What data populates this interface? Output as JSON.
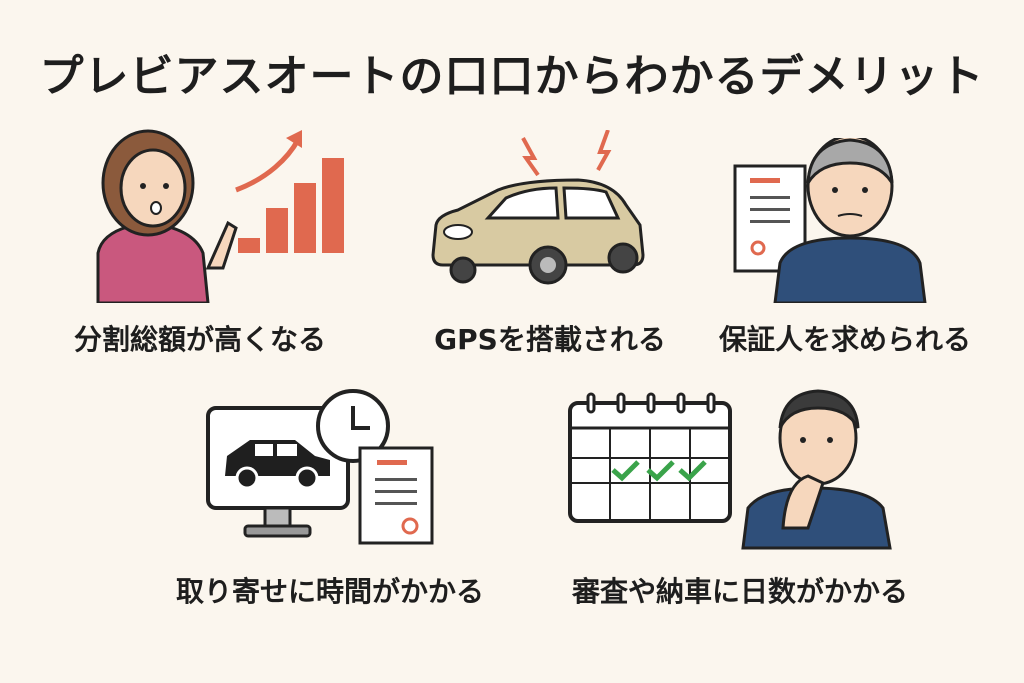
{
  "title": "プレビアスオートの口口からわかるデメリット",
  "items": [
    {
      "caption": "分割総額が高くなる"
    },
    {
      "caption": "GPSを搭載される"
    },
    {
      "caption": "保証人を求められる"
    },
    {
      "caption": "取り寄せに時間がかかる"
    },
    {
      "caption": "審査や納車に日数がかかる"
    }
  ],
  "colors": {
    "background": "#fbf6ee",
    "accent_red": "#e0694f",
    "outline": "#222222",
    "car_beige": "#d8caa2",
    "navy": "#2f4f7a",
    "pink_shirt": "#c9587e",
    "check_green": "#3aa34a"
  }
}
